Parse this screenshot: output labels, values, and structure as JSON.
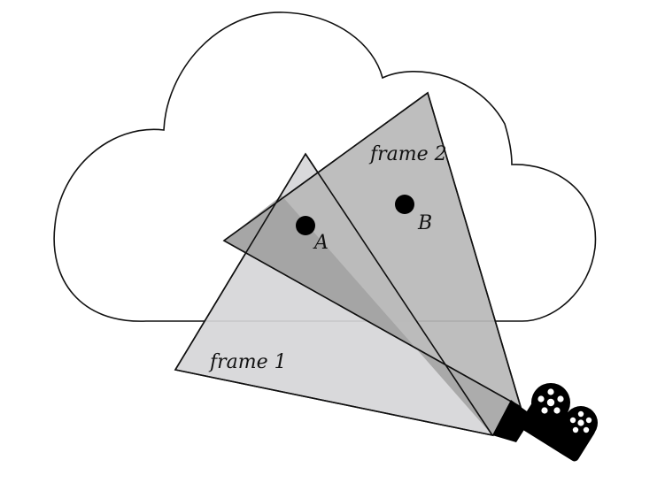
{
  "frames": [
    {
      "label": "frame 1",
      "fill": "#d6d6d8"
    },
    {
      "label": "frame 2",
      "fill": "#b8b8b8"
    }
  ],
  "points": [
    {
      "label": "A"
    },
    {
      "label": "B"
    }
  ],
  "cloud": {
    "stroke": "#111111",
    "fill": "#ffffff"
  },
  "overlap_fill": "#a3a3a3",
  "camera": {
    "icon": "movie-camera-icon",
    "color": "#000000"
  }
}
